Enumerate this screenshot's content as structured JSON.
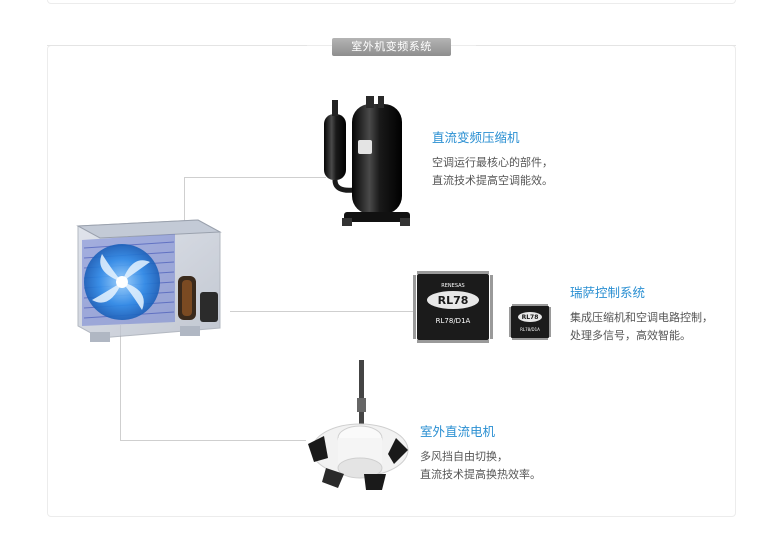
{
  "section_title": "室外机变频系统",
  "features": [
    {
      "title": "直流变频压缩机",
      "desc_lines": [
        "空调运行最核心的部件，",
        "直流技术提高空调能效。"
      ]
    },
    {
      "title": "瑞萨控制系统",
      "desc_lines": [
        "集成压缩机和空调电路控制，",
        "处理多信号，高效智能。"
      ]
    },
    {
      "title": "室外直流电机",
      "desc_lines": [
        "多风挡自由切换，",
        "直流技术提高换热效率。"
      ]
    }
  ],
  "chips": {
    "big_brand": "RENESAS",
    "big_logo": "RL78",
    "big_model": "RL78/D1A",
    "small_logo": "RL78",
    "small_model": "RL78/D1A"
  },
  "colors": {
    "accent": "#2a8fd2",
    "tag_bg": "#9a9a9a",
    "line": "#cfcfcf"
  }
}
